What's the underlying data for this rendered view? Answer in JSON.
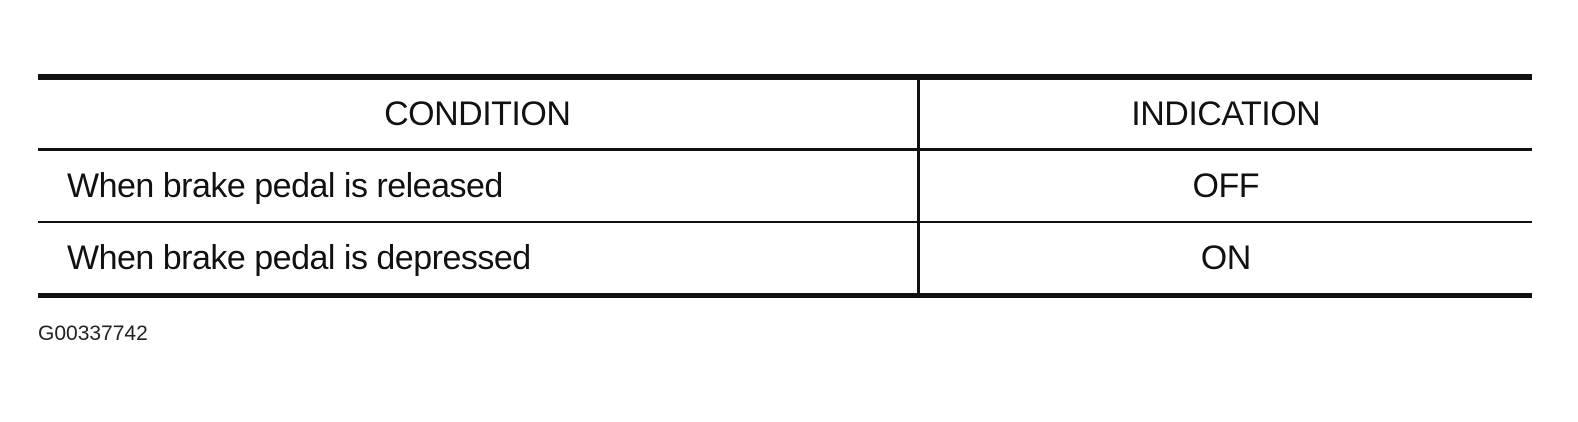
{
  "table": {
    "headers": {
      "condition": "CONDITION",
      "indication": "INDICATION"
    },
    "rows": [
      {
        "condition": "When brake pedal is released",
        "indication": "OFF"
      },
      {
        "condition": "When brake pedal is depressed",
        "indication": "ON"
      }
    ]
  },
  "figure_id": "G00337742"
}
